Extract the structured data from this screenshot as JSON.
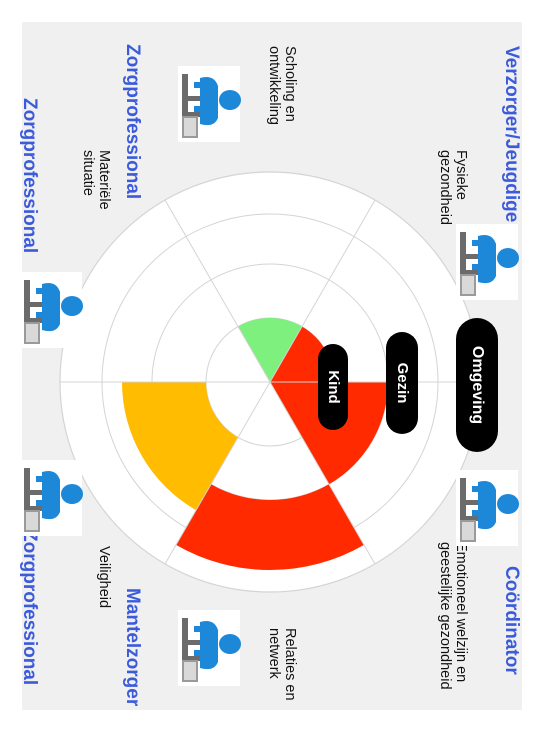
{
  "roles": {
    "top_right": "Verzorger/Jeugdige",
    "bottom_right": "Coördinator",
    "top_mid": "Zorgprofessional",
    "bottom_mid": "Mantelzorger",
    "top_left": "Zorgprofessional",
    "bottom_left": "Zorgprofessional"
  },
  "domains": {
    "fysieke": [
      "Fysieke",
      "gezondheid"
    ],
    "emotioneel": [
      "Emotioneel welzijn en",
      "geestelijke gezondheid"
    ],
    "scholing": [
      "Scholing en",
      "ontwikkeling"
    ],
    "relaties": [
      "Relaties en",
      "netwerk"
    ],
    "materiele": [
      "Materiële",
      "situatie"
    ],
    "veiligheid": [
      "Veiligheid"
    ]
  },
  "rings": {
    "outer": "Omgeving",
    "middle": "Gezin",
    "inner": "Kind"
  },
  "colors": {
    "role_text": "#3b5bdb",
    "red": "#ff2a00",
    "orange": "#ffbc00",
    "green": "#7ef07e",
    "pill": "#000000",
    "figure": "#1e88d8"
  },
  "icons": [
    "person-at-laptop-icon"
  ]
}
